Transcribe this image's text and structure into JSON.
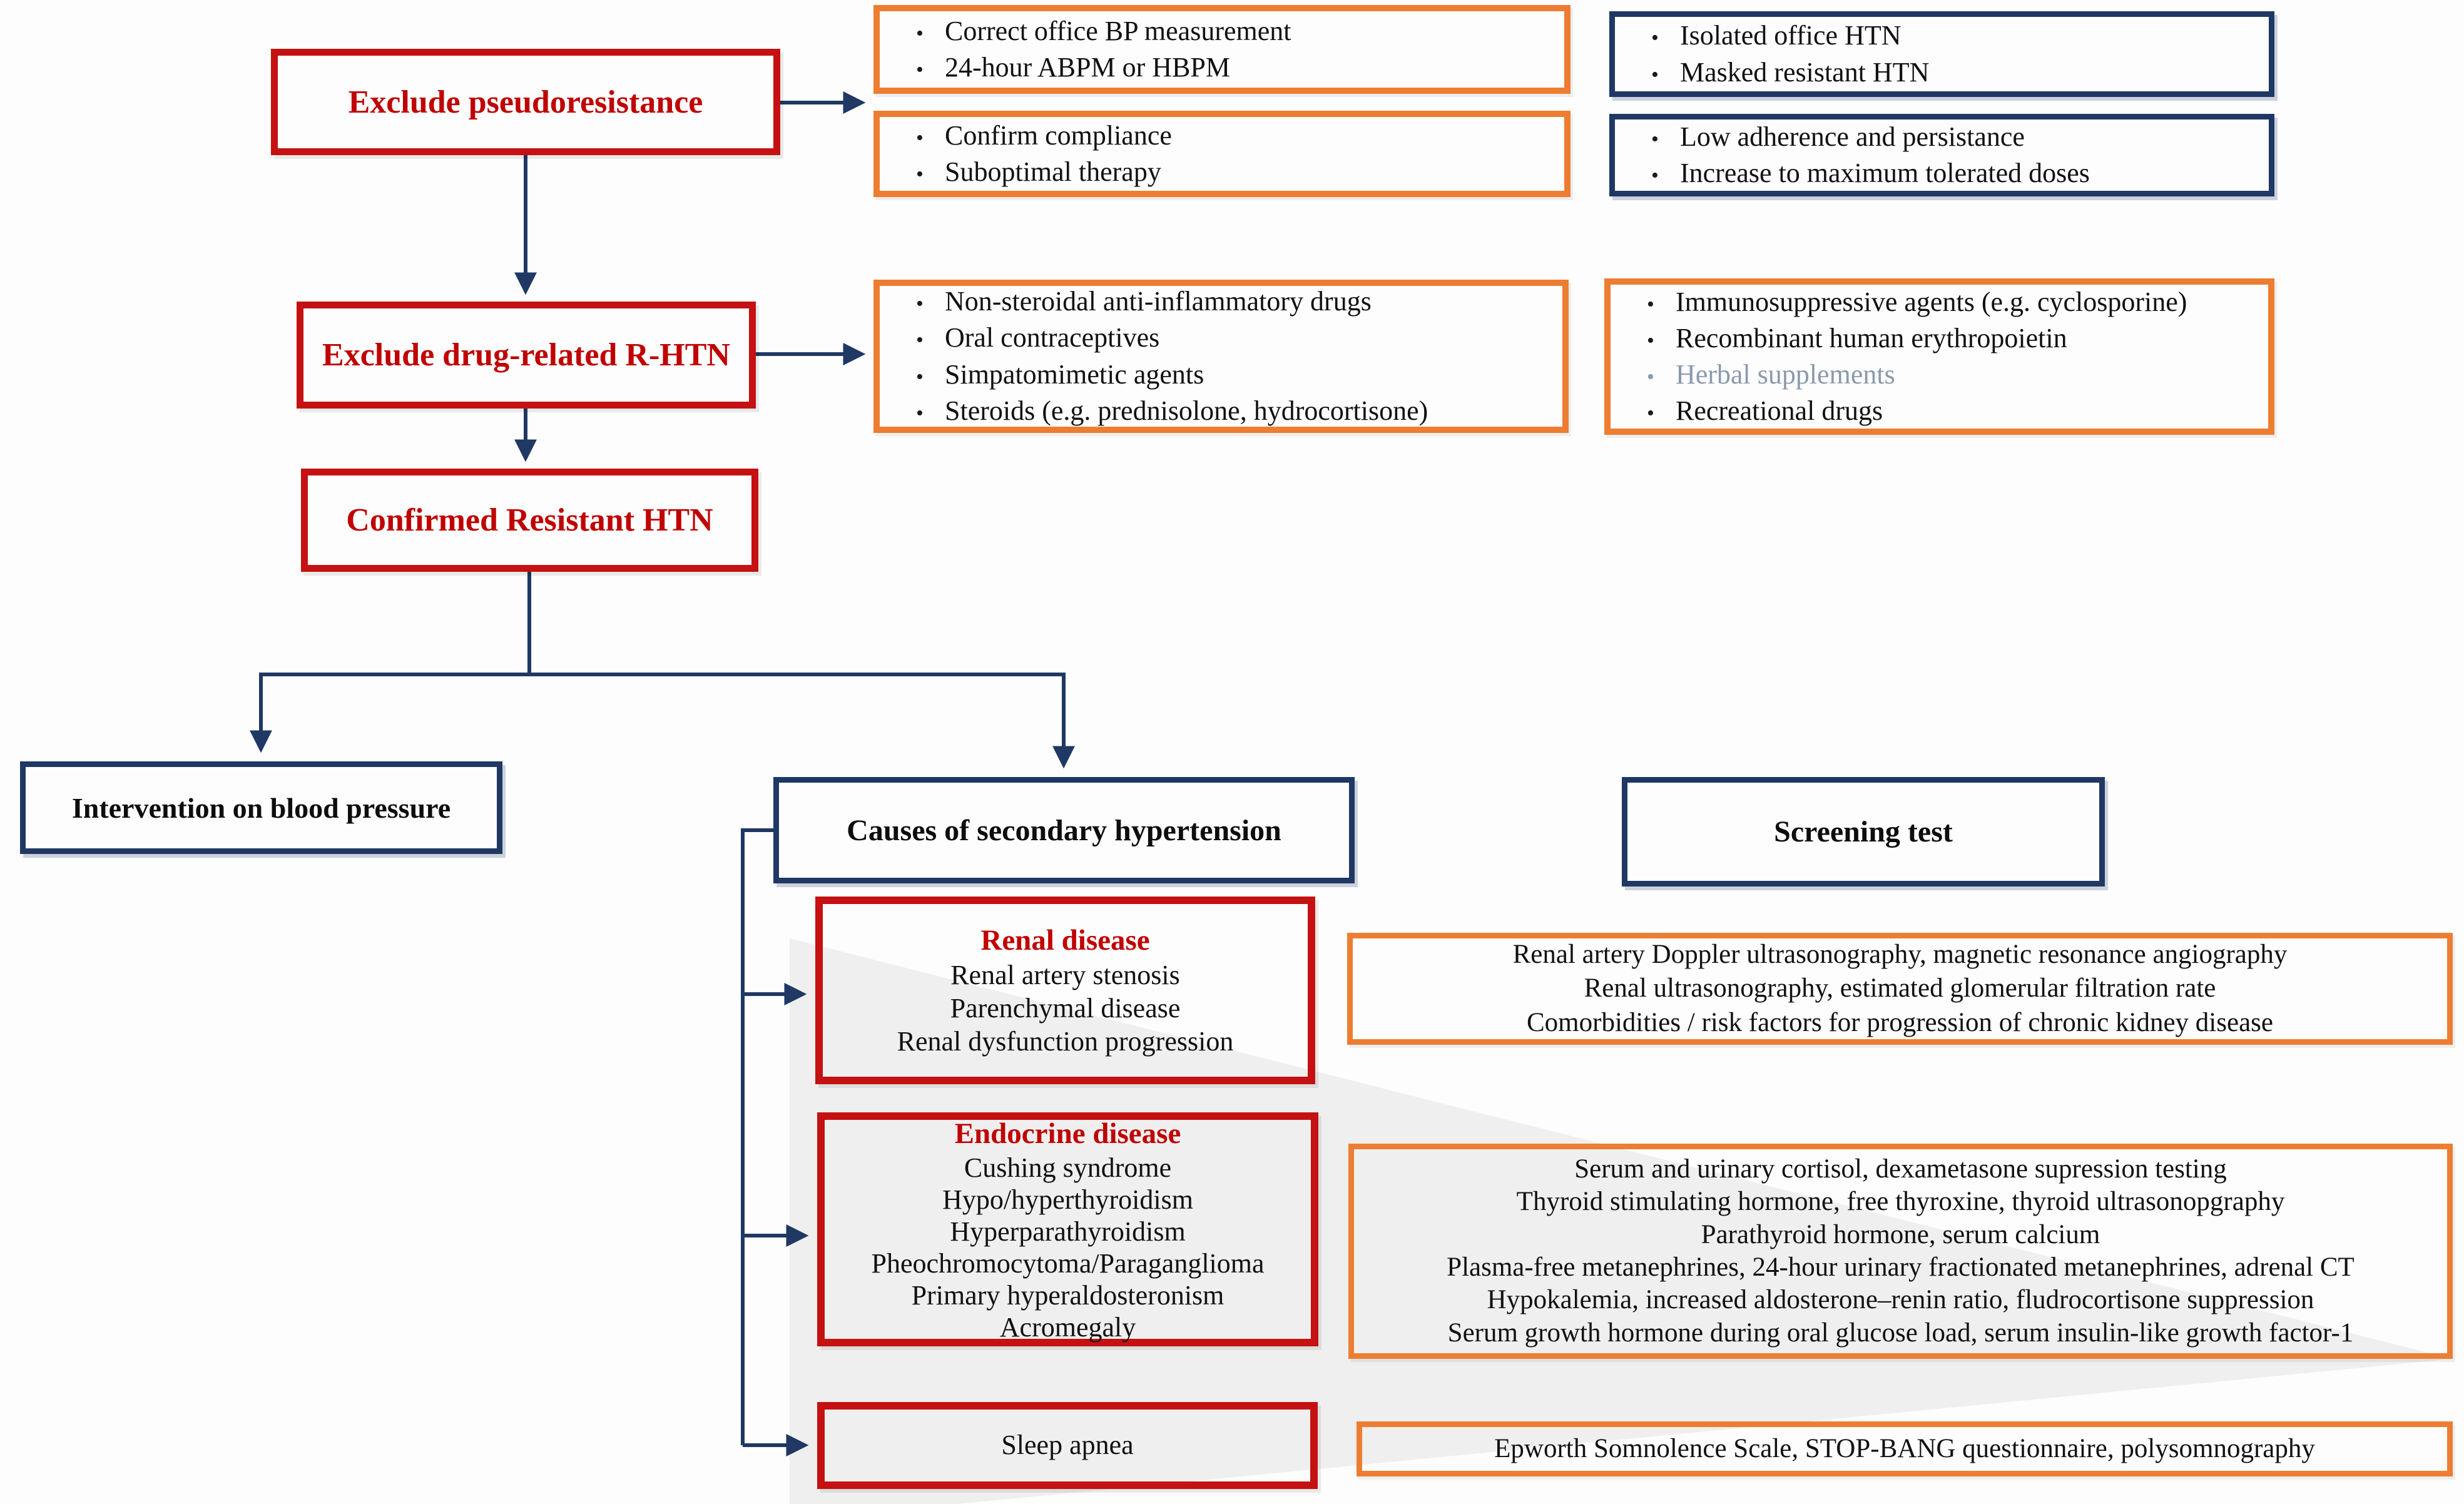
{
  "colors": {
    "accent_red": "#C00000",
    "accent_navy": "#1F3864",
    "accent_orange": "#ED7D31",
    "muted_text": "#8A99AD",
    "wedge_gray": "#EFEFEF"
  },
  "flow": {
    "step1": "Exclude pseudoresistance",
    "step2": "Exclude drug-related R-HTN",
    "step3": "Confirmed Resistant HTN"
  },
  "pseudoresistance": {
    "measures1": [
      "Correct office BP measurement",
      "24-hour ABPM or HBPM"
    ],
    "measures2": [
      "Confirm compliance",
      "Suboptimal therapy"
    ],
    "outcomes1": [
      "Isolated office HTN",
      "Masked resistant HTN"
    ],
    "outcomes2": [
      "Low adherence and persistance",
      "Increase to maximum tolerated doses"
    ]
  },
  "drug_related": {
    "list1": [
      "Non-steroidal anti-inflammatory drugs",
      "Oral contraceptives",
      "Simpatomimetic agents",
      "Steroids (e.g. prednisolone, hydrocortisone)"
    ],
    "list2": [
      "Immunosuppressive agents (e.g. cyclosporine)",
      "Recombinant human erythropoietin",
      "Herbal supplements",
      "Recreational drugs"
    ]
  },
  "branches": {
    "intervention": "Intervention on blood pressure",
    "causes": "Causes of secondary hypertension",
    "screening": "Screening test"
  },
  "secondary_causes": {
    "renal": {
      "title": "Renal disease",
      "items": [
        "Renal artery stenosis",
        "Parenchymal disease",
        "Renal dysfunction progression"
      ],
      "screening": [
        "Renal artery Doppler ultrasonography, magnetic resonance angiography",
        "Renal ultrasonography, estimated glomerular filtration rate",
        "Comorbidities / risk factors for progression of chronic kidney disease"
      ]
    },
    "endocrine": {
      "title": "Endocrine disease",
      "items": [
        "Cushing syndrome",
        "Hypo/hyperthyroidism",
        "Hyperparathyroidism",
        "Pheochromocytoma/Paraganglioma",
        "Primary hyperaldosteronism",
        "Acromegaly"
      ],
      "screening": [
        "Serum and urinary cortisol, dexametasone supression testing",
        "Thyroid stimulating hormone, free thyroxine, thyroid ultrasonopgraphy",
        "Parathyroid hormone, serum calcium",
        "Plasma-free metanephrines, 24-hour urinary fractionated metanephrines, adrenal CT",
        "Hypokalemia, increased aldosterone–renin ratio, fludrocortisone suppression",
        "Serum growth hormone during oral glucose load, serum insulin-like growth factor-1"
      ]
    },
    "sleep": {
      "label": "Sleep apnea",
      "screening": [
        "Epworth Somnolence Scale, STOP-BANG questionnaire, polysomnography"
      ]
    }
  }
}
